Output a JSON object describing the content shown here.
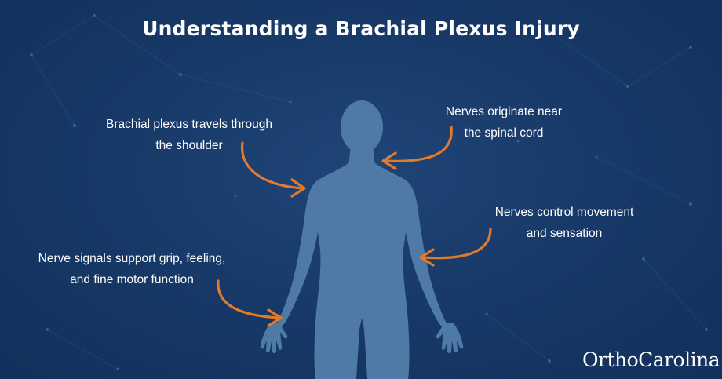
{
  "title": "Understanding a Brachial Plexus Injury",
  "labels": {
    "shoulder": [
      "Brachial plexus travels through",
      "the shoulder"
    ],
    "spinal": [
      "Nerves originate near",
      "the spinal cord"
    ],
    "movement": [
      "Nerves control movement",
      "and sensation"
    ],
    "grip": [
      "Nerve signals support grip, feeling,",
      "and fine motor function"
    ]
  },
  "logo": {
    "text": "OrthoCarolina"
  },
  "colors": {
    "background": "#183a69",
    "figure": "#4f7aa6",
    "arrow": "#e27a2c",
    "text": "#ffffff"
  },
  "icons": {
    "figure": "human-silhouette",
    "arrows": "curved-arrow"
  }
}
